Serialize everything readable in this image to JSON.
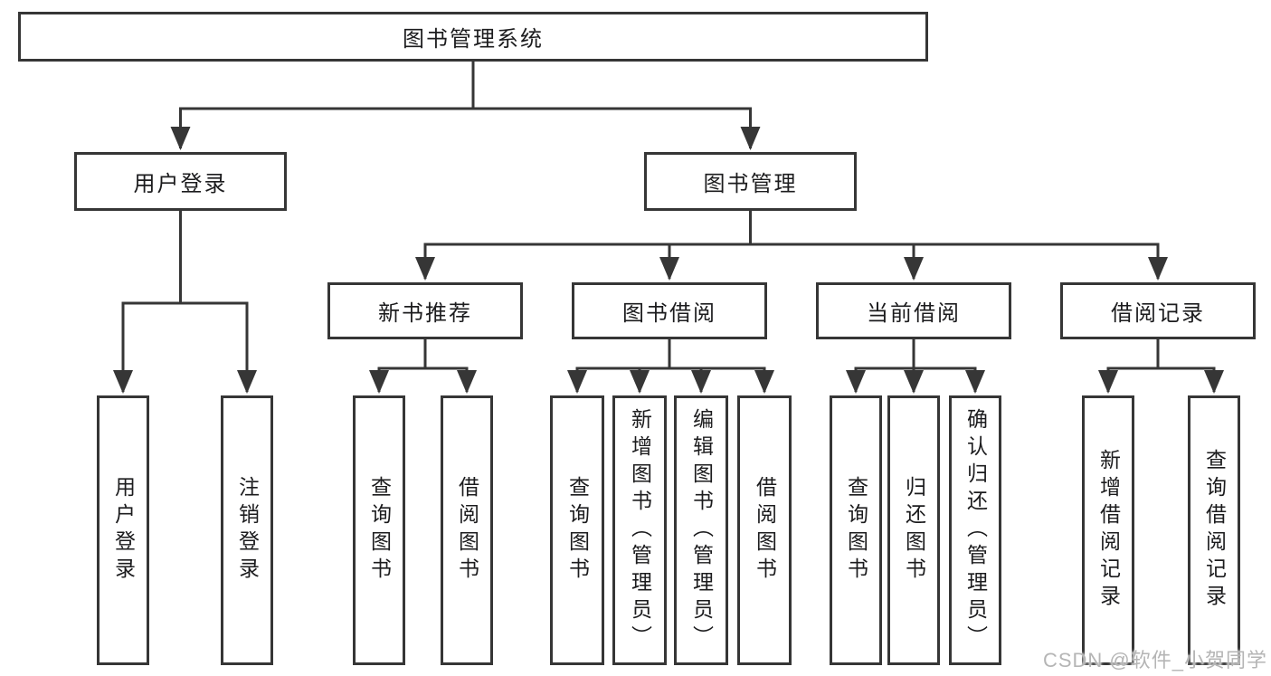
{
  "tree": {
    "label": "图书管理系统",
    "children": [
      {
        "label": "用户登录",
        "children": [
          {
            "label": "用户登录"
          },
          {
            "label": "注销登录"
          }
        ]
      },
      {
        "label": "图书管理",
        "children": [
          {
            "label": "新书推荐",
            "children": [
              {
                "label": "查询图书"
              },
              {
                "label": "借阅图书"
              }
            ]
          },
          {
            "label": "图书借阅",
            "children": [
              {
                "label": "查询图书"
              },
              {
                "label": "新增图书（管理员）"
              },
              {
                "label": "编辑图书（管理员）"
              },
              {
                "label": "借阅图书"
              }
            ]
          },
          {
            "label": "当前借阅",
            "children": [
              {
                "label": "查询图书"
              },
              {
                "label": "归还图书"
              },
              {
                "label": "确认归还（管理员）"
              }
            ]
          },
          {
            "label": "借阅记录",
            "children": [
              {
                "label": "新增借阅记录"
              },
              {
                "label": "查询借阅记录"
              }
            ]
          }
        ]
      }
    ]
  },
  "watermark": {
    "text": "CSDN @软件_小贺同学"
  },
  "colors": {
    "line": "#363636",
    "text": "#1c1c1e",
    "watermark": "#b5b5b5",
    "background": "#ffffff"
  }
}
